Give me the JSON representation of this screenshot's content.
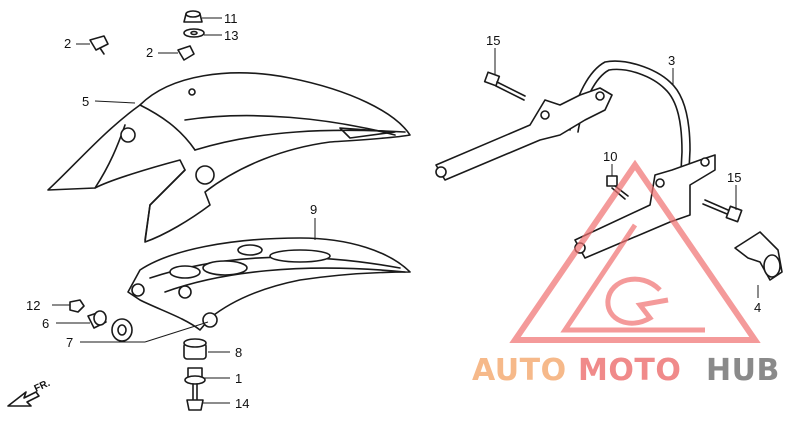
{
  "callouts": {
    "c11": "11",
    "c13": "13",
    "c2a": "2",
    "c2b": "2",
    "c5": "5",
    "c15a": "15",
    "c3": "3",
    "c10": "10",
    "c15b": "15",
    "c9": "9",
    "c4": "4",
    "c12": "12",
    "c6": "6",
    "c7": "7",
    "c8": "8",
    "c1": "1",
    "c14": "14"
  },
  "direction_label": "FR.",
  "watermark": {
    "part1": "AUTO",
    "part2": "MOTO",
    "part3": "HUB",
    "colors": {
      "auto": "#f6b98a",
      "moto": "#f08a8a",
      "hub": "#8a8a8a",
      "triangle": "#f07070"
    }
  }
}
